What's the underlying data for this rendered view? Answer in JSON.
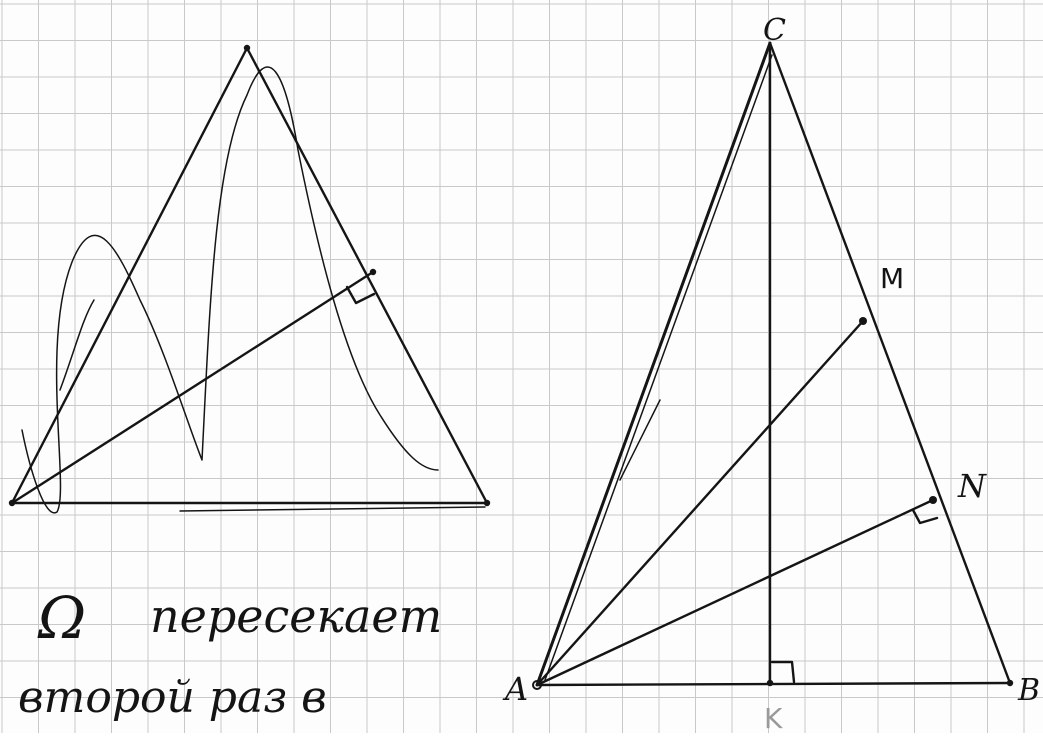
{
  "diagram": {
    "right_triangle_labels": {
      "vertex_c": "C",
      "vertex_a": "A",
      "vertex_b": "B",
      "point_m": "M",
      "point_n": "N",
      "foot_k": "K"
    },
    "notes": {
      "line1_symbol": "Ω",
      "line1_text": "пересекает",
      "line2_text": "второй раз в"
    },
    "colors": {
      "ink": "#151515",
      "grid": "#c9c9c9",
      "foot_label": "#9a9a9a"
    }
  }
}
